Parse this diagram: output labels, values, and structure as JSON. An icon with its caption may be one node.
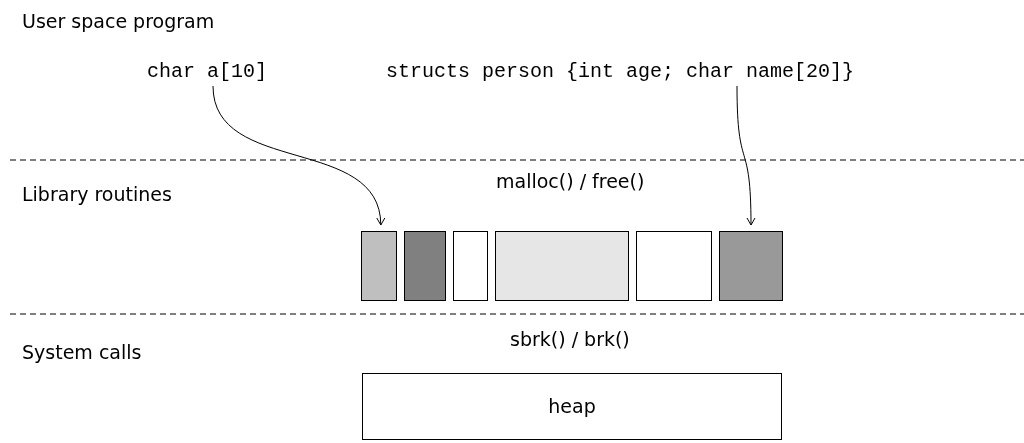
{
  "diagram": {
    "nodes": [
      {
        "text": [
          "char a[10]"
        ]
      },
      {
        "text": [
          "structs person {int age; char name[20]}"
        ]
      },
      {
        "text": [],
        "shape": "box"
      },
      {
        "text": [],
        "shape": "box"
      },
      {
        "text": [],
        "shape": "box"
      },
      {
        "text": [],
        "shape": "box"
      },
      {
        "text": [],
        "shape": "box"
      },
      {
        "text": [],
        "shape": "box"
      },
      {
        "text": [
          "heap"
        ]
      }
    ],
    "edges": [
      {
        "from": 0,
        "to": 2,
        "arrow": "to"
      },
      {
        "from": 1,
        "to": 7,
        "arrow": "to"
      }
    ],
    "labels": [
      "User space program",
      "Library routines",
      "malloc() / free()",
      "System calls",
      "sbrk() / brk()"
    ]
  }
}
